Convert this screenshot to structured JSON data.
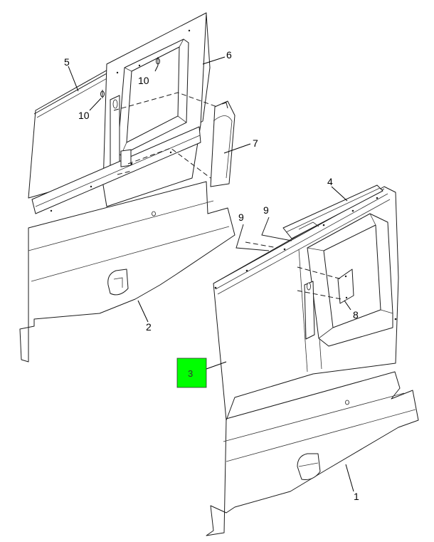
{
  "callouts": {
    "c1": "1",
    "c2": "2",
    "c3": "3",
    "c4": "4",
    "c5": "5",
    "c6": "6",
    "c7": "7",
    "c8": "8",
    "c9a": "9",
    "c9b": "9",
    "c10a": "10",
    "c10b": "10"
  },
  "colors": {
    "highlight": "#00ff00",
    "line": "#1a1a1a"
  }
}
